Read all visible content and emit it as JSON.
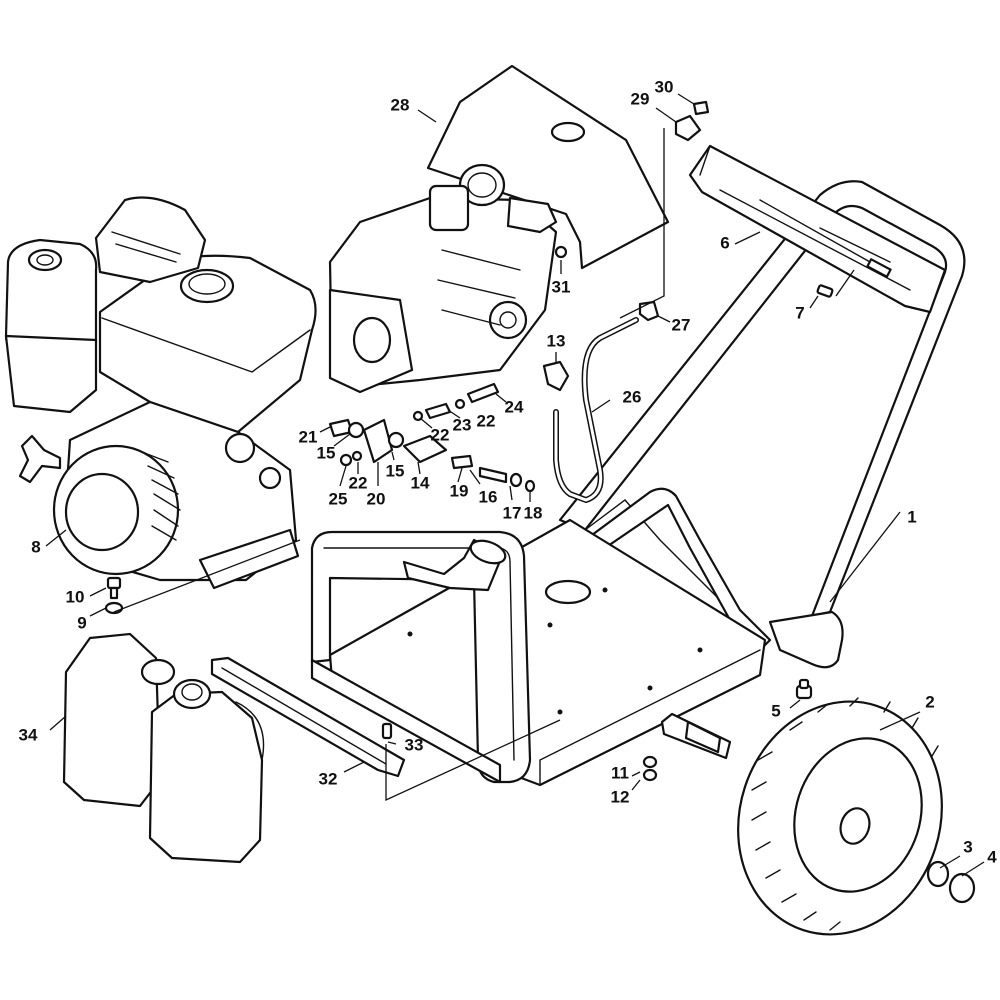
{
  "colors": {
    "ink": "#111111",
    "paper": "#ffffff"
  },
  "callouts": [
    {
      "id": "1",
      "label": "1"
    },
    {
      "id": "2",
      "label": "2"
    },
    {
      "id": "3",
      "label": "3"
    },
    {
      "id": "4",
      "label": "4"
    },
    {
      "id": "5",
      "label": "5"
    },
    {
      "id": "6",
      "label": "6"
    },
    {
      "id": "7",
      "label": "7"
    },
    {
      "id": "8",
      "label": "8"
    },
    {
      "id": "9",
      "label": "9"
    },
    {
      "id": "10",
      "label": "10"
    },
    {
      "id": "11",
      "label": "11"
    },
    {
      "id": "12",
      "label": "12"
    },
    {
      "id": "13",
      "label": "13"
    },
    {
      "id": "14",
      "label": "14"
    },
    {
      "id": "15a",
      "label": "15"
    },
    {
      "id": "15b",
      "label": "15"
    },
    {
      "id": "16",
      "label": "16"
    },
    {
      "id": "17",
      "label": "17"
    },
    {
      "id": "18",
      "label": "18"
    },
    {
      "id": "19",
      "label": "19"
    },
    {
      "id": "20",
      "label": "20"
    },
    {
      "id": "21",
      "label": "21"
    },
    {
      "id": "22a",
      "label": "22"
    },
    {
      "id": "22b",
      "label": "22"
    },
    {
      "id": "22c",
      "label": "22"
    },
    {
      "id": "23",
      "label": "23"
    },
    {
      "id": "24",
      "label": "24"
    },
    {
      "id": "25",
      "label": "25"
    },
    {
      "id": "26",
      "label": "26"
    },
    {
      "id": "27",
      "label": "27"
    },
    {
      "id": "28",
      "label": "28"
    },
    {
      "id": "29",
      "label": "29"
    },
    {
      "id": "30",
      "label": "30"
    },
    {
      "id": "31",
      "label": "31"
    },
    {
      "id": "32",
      "label": "32"
    },
    {
      "id": "33",
      "label": "33"
    },
    {
      "id": "34",
      "label": "34"
    }
  ]
}
